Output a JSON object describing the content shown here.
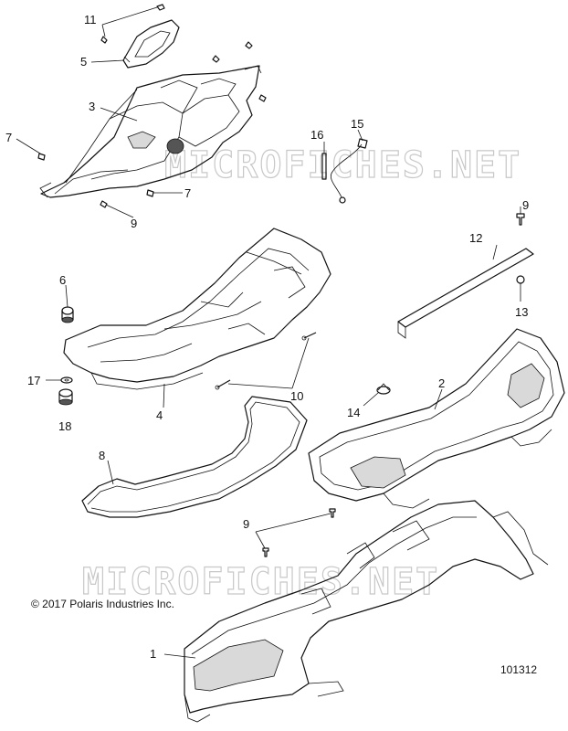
{
  "watermark": "MICROFICHES.NET",
  "copyright": "© 2017 Polaris Industries Inc.",
  "drawing_number": "101312",
  "callouts": {
    "c1": "1",
    "c2": "2",
    "c3": "3",
    "c4": "4",
    "c5": "5",
    "c6": "6",
    "c7a": "7",
    "c7b": "7",
    "c8": "8",
    "c9a": "9",
    "c9b": "9",
    "c9c": "9",
    "c10": "10",
    "c11": "11",
    "c12": "12",
    "c13": "13",
    "c14": "14",
    "c15": "15",
    "c16": "16",
    "c17": "17",
    "c18": "18"
  }
}
